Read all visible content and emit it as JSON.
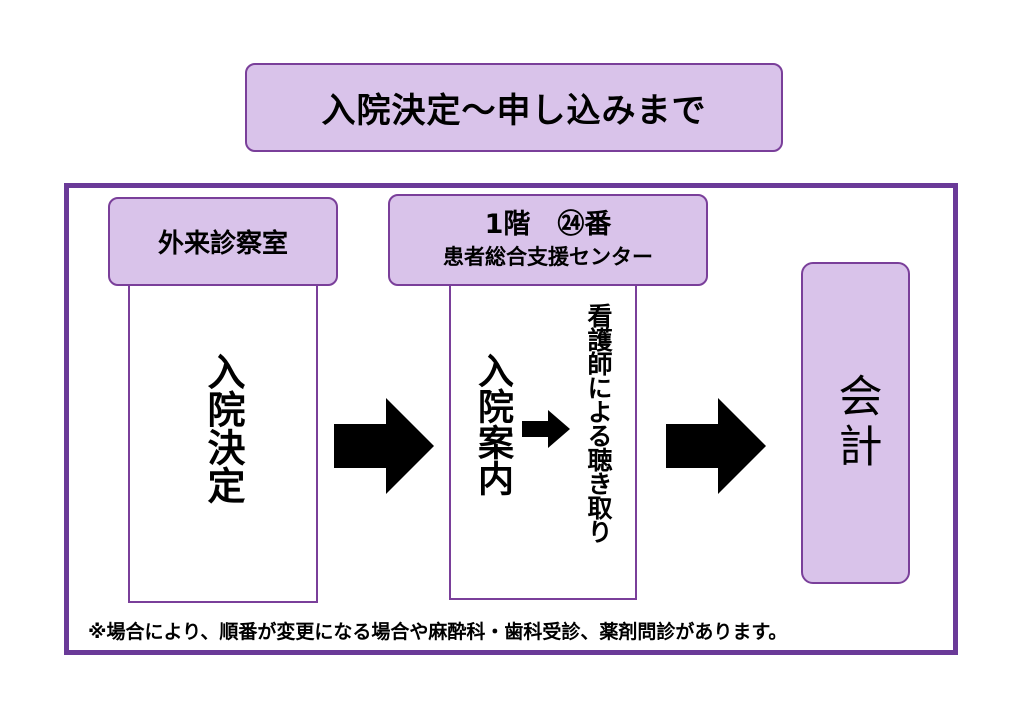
{
  "title": "入院決定～申し込みまで",
  "steps": {
    "outpatient": {
      "header": "外来診察室",
      "body": "入院決定"
    },
    "support_center": {
      "header_line1": "1階　㉔番",
      "header_line2": "患者総合支援センター",
      "body": "入院案内",
      "sub": "看護師による聴き取り"
    },
    "payment": {
      "label": "会計"
    }
  },
  "note": "※場合により、順番が変更になる場合や麻酔科・歯科受診、薬剤問診があります。",
  "icons": [
    "arrow-right-icon",
    "arrow-right-icon",
    "arrow-right-icon"
  ],
  "colors": {
    "fill": "#d9c3ea",
    "border": "#7a3f9a",
    "frame": "#6a3a98"
  }
}
